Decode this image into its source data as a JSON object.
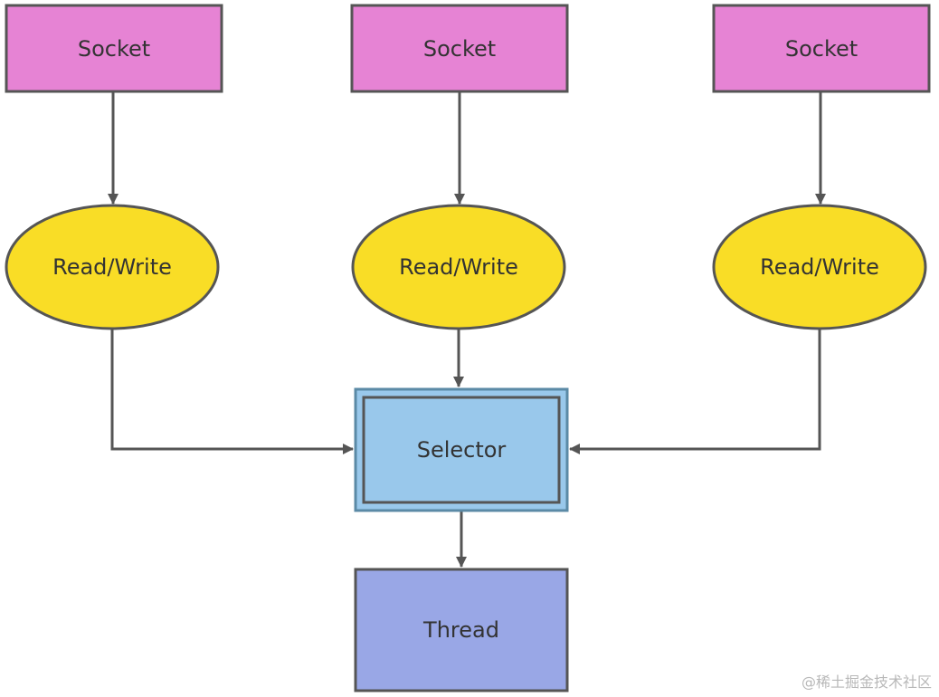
{
  "sockets": [
    {
      "label": "Socket"
    },
    {
      "label": "Socket"
    },
    {
      "label": "Socket"
    }
  ],
  "channels": [
    {
      "label": "Read/Write"
    },
    {
      "label": "Read/Write"
    },
    {
      "label": "Read/Write"
    }
  ],
  "selector": {
    "label": "Selector"
  },
  "thread": {
    "label": "Thread"
  },
  "watermark": "@稀土掘金技术社区",
  "colors": {
    "socket_fill": "#e683d4",
    "channel_fill": "#f9dd26",
    "selector_fill": "#99c8eb",
    "selector_border": "#5b8aa6",
    "thread_fill": "#99a7e6",
    "stroke": "#555555"
  }
}
